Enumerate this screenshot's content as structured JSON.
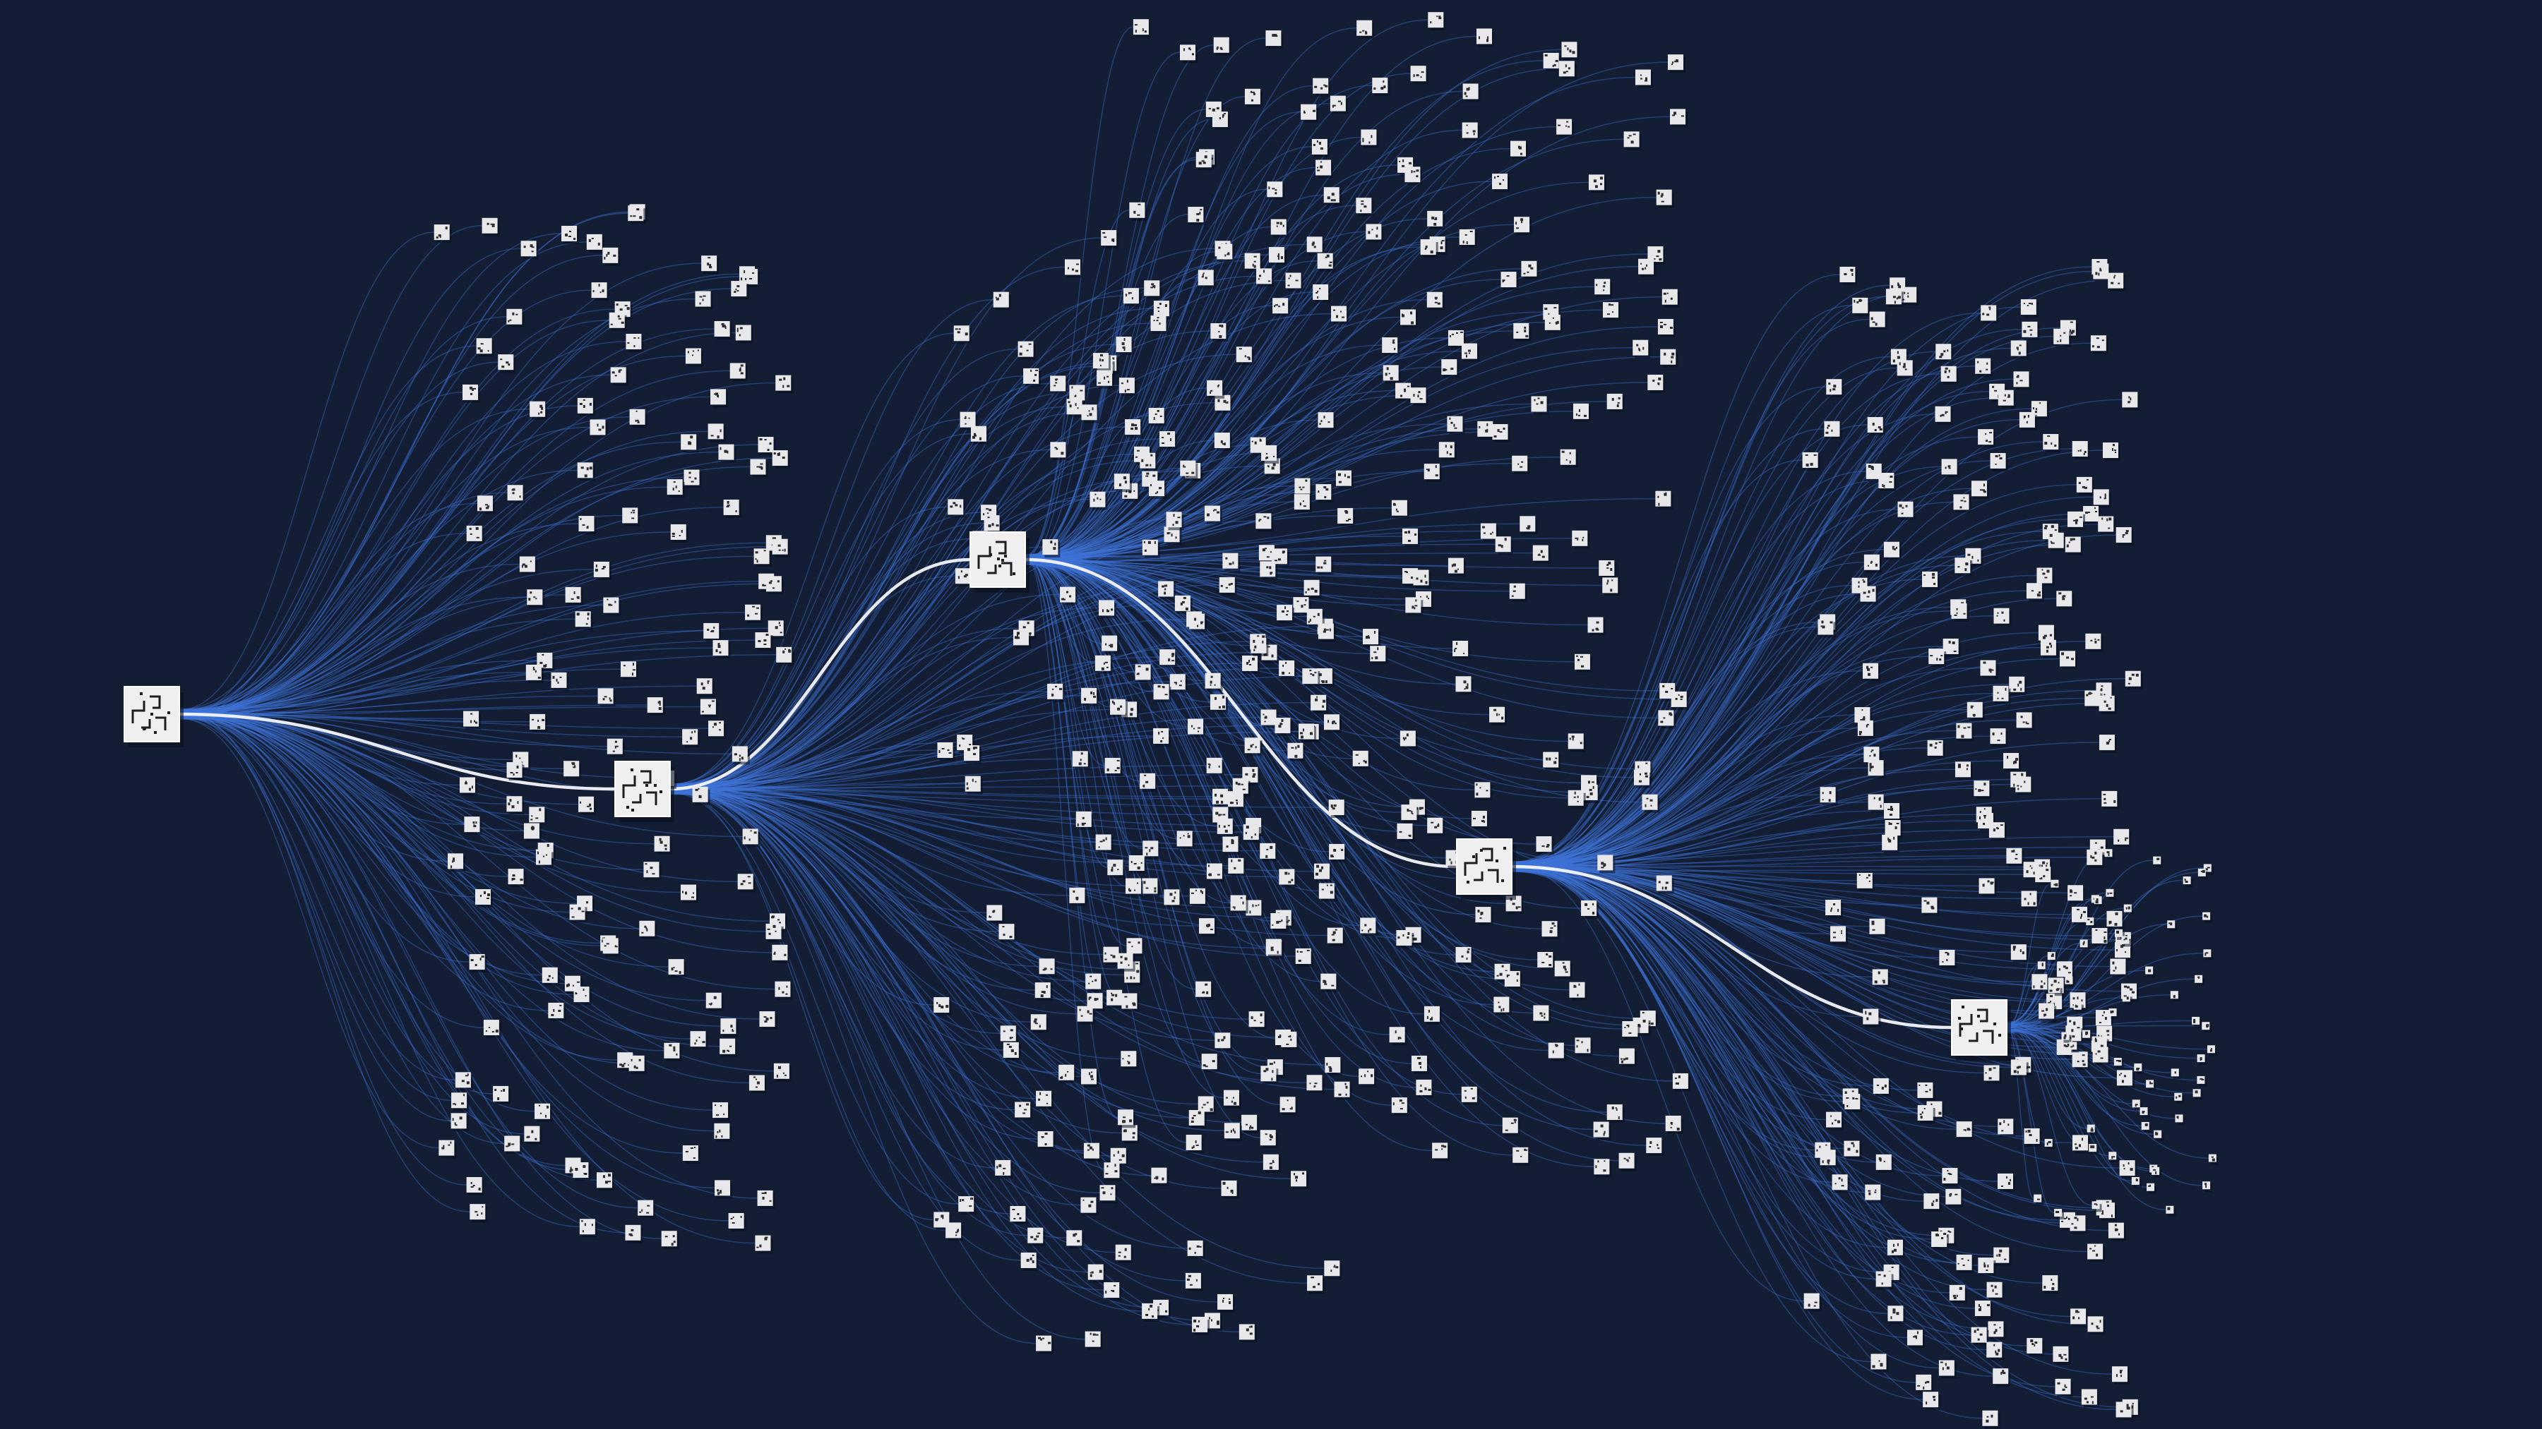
{
  "diagram": {
    "type": "search-tree",
    "labels": [],
    "palette": {
      "background": "#131d33",
      "branch_edge": "#3f74d8",
      "selected_path": "#f4f6fb",
      "node_fill": "#e8e8ea",
      "node_glyph": "#2b2b30"
    },
    "levels": [
      {
        "hub": "root",
        "children": 150,
        "selected_child": "level-1"
      },
      {
        "hub": "level-1",
        "children": 170,
        "selected_child": "level-2"
      },
      {
        "hub": "level-2",
        "children": 240,
        "selected_child": "level-3"
      },
      {
        "hub": "level-3",
        "children": 210,
        "selected_child": "level-4"
      },
      {
        "hub": "level-4",
        "children": 60,
        "selected_child": null
      }
    ],
    "selected_path": [
      "root",
      "level-1",
      "level-2",
      "level-3",
      "level-4"
    ]
  }
}
